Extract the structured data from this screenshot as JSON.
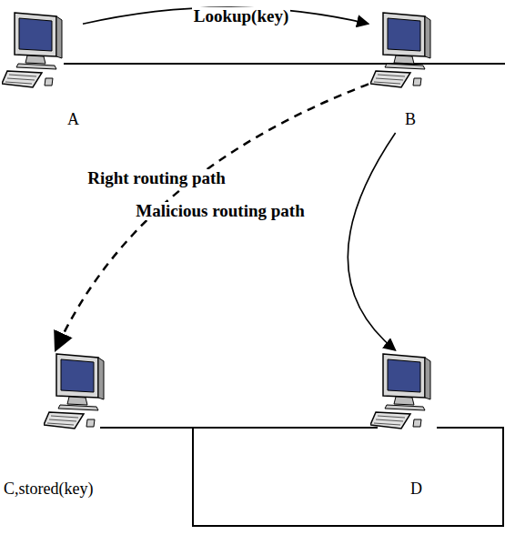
{
  "diagram": {
    "nodes": [
      {
        "text": [
          "A"
        ]
      },
      {
        "text": [
          "B"
        ]
      },
      {
        "text": [
          "C,stored(key)"
        ]
      },
      {
        "text": [
          "D"
        ]
      }
    ],
    "edges": [
      {
        "from": 0,
        "to": 1,
        "arrow": "to",
        "label": "Lookup(key)"
      },
      {
        "from": 1,
        "to": 2,
        "arrow": "to",
        "label": "Right routing path"
      },
      {
        "from": 1,
        "to": 3,
        "arrow": "to",
        "label": "Malicious routing path"
      }
    ]
  }
}
